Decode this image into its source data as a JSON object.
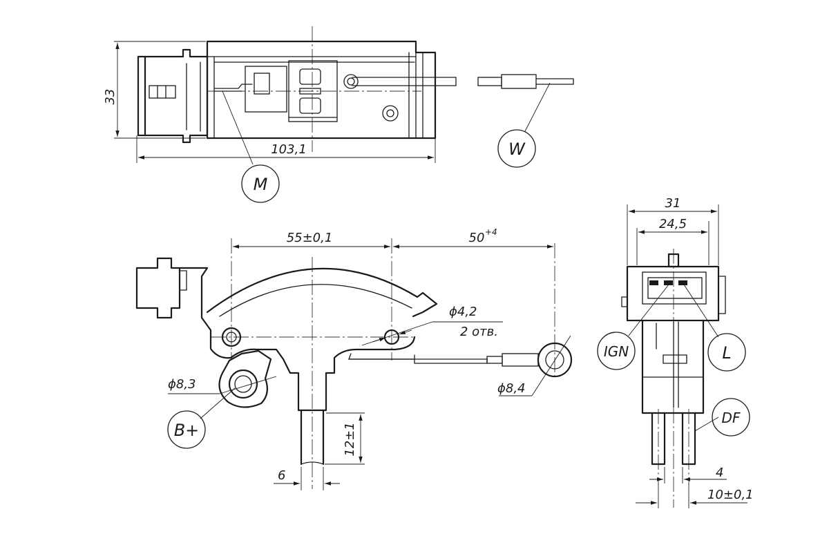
{
  "dimensions": {
    "height_33": "33",
    "length_103": "103,1",
    "width_31": "31",
    "width_24": "24,5",
    "pitch_55": "55±0,1",
    "length_50": "50",
    "length_50_tol": "+4",
    "hole_42": "ϕ4,2",
    "hole_count": "2 отв.",
    "hole_83": "ϕ8,3",
    "hole_84": "ϕ8,4",
    "length_12": "12±1",
    "width_6": "6",
    "width_4": "4",
    "spacing_10": "10±0,1"
  },
  "callouts": {
    "m": "M",
    "w": "W",
    "b_plus": "B+",
    "ign": "IGN",
    "l": "L",
    "df": "DF"
  }
}
